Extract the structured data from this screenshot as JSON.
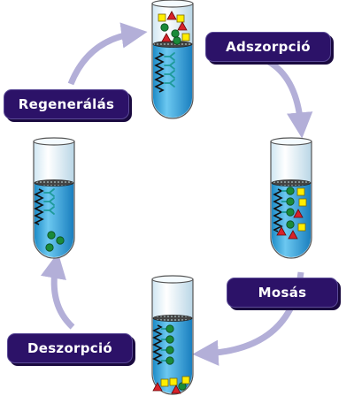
{
  "steps": {
    "adsorption": "Adszorpció",
    "washing": "Mosás",
    "desorption": "Deszorpció",
    "regeneration": "Regenerálás"
  },
  "colors": {
    "liquid": "#3aaee0",
    "glass": "#e6f4fb",
    "label_bg": "#2c1268",
    "arrow": "#b3afd8",
    "ligand": "#1e9a9a",
    "chain": "#111111",
    "circle_molecule": "#1a8a3a",
    "square_molecule": "#ffee00",
    "triangle_molecule": "#d8222a"
  }
}
